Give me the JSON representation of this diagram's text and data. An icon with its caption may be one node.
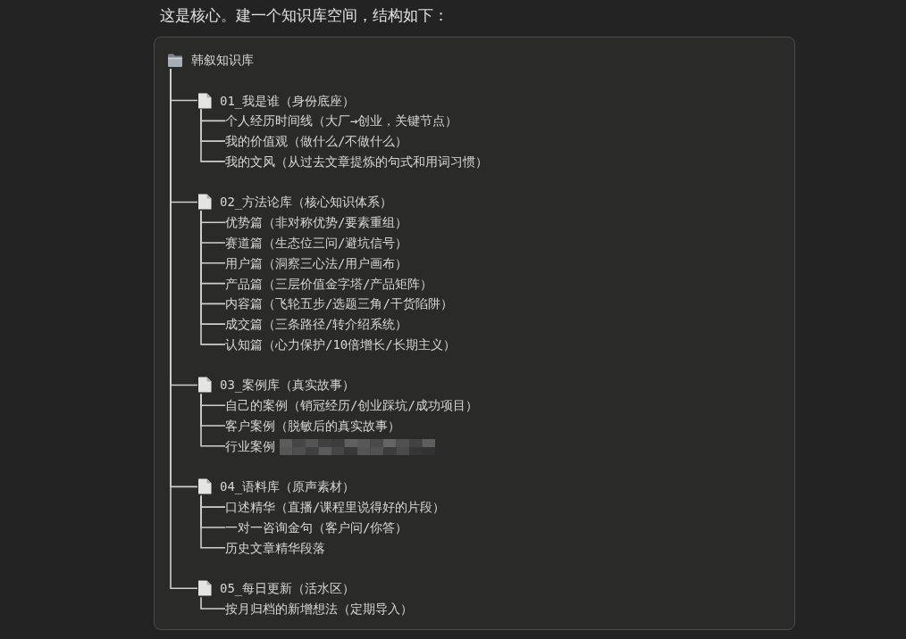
{
  "diagram": {
    "title": "这是核心。建一个知识库空间，结构如下：",
    "nodes": [
      {
        "text": [],
        "shape": "box"
      },
      {
        "text": [
          "韩叙知识库"
        ],
        "in": 0
      },
      {
        "text": [
          "01_我是谁（身份底座）"
        ],
        "in": 0
      },
      {
        "text": [
          "个人经历时间线（大厂→创业，关键节点）"
        ],
        "in": 0
      },
      {
        "text": [
          "我的价值观（做什么/不做什么）"
        ],
        "in": 0
      },
      {
        "text": [
          "我的文风（从过去文章提炼的句式和用词习惯）"
        ],
        "in": 0
      },
      {
        "text": [
          "02_方法论库（核心知识体系）"
        ],
        "in": 0
      },
      {
        "text": [
          "优势篇（非对称优势/要素重组）"
        ],
        "in": 0
      },
      {
        "text": [
          "赛道篇（生态位三问/避坑信号）"
        ],
        "in": 0
      },
      {
        "text": [
          "用户篇（洞察三心法/用户画布）"
        ],
        "in": 0
      },
      {
        "text": [
          "产品篇（三层价值金字塔/产品矩阵）"
        ],
        "in": 0
      },
      {
        "text": [
          "内容篇（飞轮五步/选题三角/干货陷阱）"
        ],
        "in": 0
      },
      {
        "text": [
          "成交篇（三条路径/转介绍系统）"
        ],
        "in": 0
      },
      {
        "text": [
          "认知篇（心力保护/10倍增长/长期主义）"
        ],
        "in": 0
      },
      {
        "text": [
          "03_案例库（真实故事）"
        ],
        "in": 0
      },
      {
        "text": [
          "自己的案例（销冠经历/创业踩坑/成功项目）"
        ],
        "in": 0
      },
      {
        "text": [
          "客户案例（脱敏后的真实故事）"
        ],
        "in": 0
      },
      {
        "text": [
          "行业案例"
        ],
        "in": 0
      },
      {
        "text": [
          "04_语料库（原声素材）"
        ],
        "in": 0
      },
      {
        "text": [
          "口述精华（直播/课程里说得好的片段）"
        ],
        "in": 0
      },
      {
        "text": [
          "一对一咨询金句（客户问/你答）"
        ],
        "in": 0
      },
      {
        "text": [
          "历史文章精华段落"
        ],
        "in": 0
      },
      {
        "text": [
          "05_每日更新（活水区）"
        ],
        "in": 0
      },
      {
        "text": [
          "按月归档的新增想法（定期导入）"
        ],
        "in": 0
      }
    ],
    "edges": [
      {
        "from": 1,
        "to": 2,
        "arrow": "none"
      },
      {
        "from": 2,
        "to": 3,
        "arrow": "none"
      },
      {
        "from": 2,
        "to": 4,
        "arrow": "none"
      },
      {
        "from": 2,
        "to": 5,
        "arrow": "none"
      },
      {
        "from": 1,
        "to": 6,
        "arrow": "none"
      },
      {
        "from": 6,
        "to": 7,
        "arrow": "none"
      },
      {
        "from": 6,
        "to": 8,
        "arrow": "none"
      },
      {
        "from": 6,
        "to": 9,
        "arrow": "none"
      },
      {
        "from": 6,
        "to": 10,
        "arrow": "none"
      },
      {
        "from": 6,
        "to": 11,
        "arrow": "none"
      },
      {
        "from": 6,
        "to": 12,
        "arrow": "none"
      },
      {
        "from": 6,
        "to": 13,
        "arrow": "none"
      },
      {
        "from": 1,
        "to": 14,
        "arrow": "none"
      },
      {
        "from": 14,
        "to": 15,
        "arrow": "none"
      },
      {
        "from": 14,
        "to": 16,
        "arrow": "none"
      },
      {
        "from": 14,
        "to": 17,
        "arrow": "none"
      },
      {
        "from": 1,
        "to": 18,
        "arrow": "none"
      },
      {
        "from": 18,
        "to": 19,
        "arrow": "none"
      },
      {
        "from": 18,
        "to": 20,
        "arrow": "none"
      },
      {
        "from": 18,
        "to": 21,
        "arrow": "none"
      },
      {
        "from": 1,
        "to": 22,
        "arrow": "none"
      },
      {
        "from": 22,
        "to": 23,
        "arrow": "none"
      }
    ]
  }
}
